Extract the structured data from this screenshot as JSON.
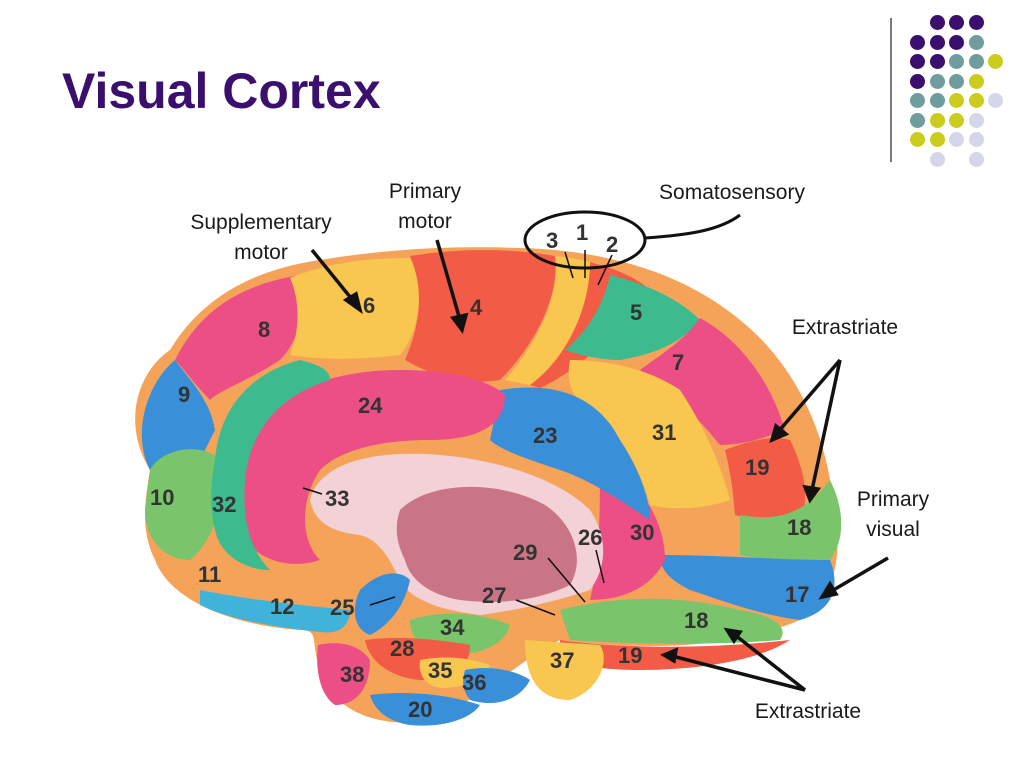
{
  "title": "Visual Cortex",
  "labels": {
    "supplementary_motor": [
      "Supplementary",
      "motor"
    ],
    "primary_motor": [
      "Primary",
      "motor"
    ],
    "somatosensory": "Somatosensory",
    "extrastriate_top": "Extrastriate",
    "primary_visual": [
      "Primary",
      "visual"
    ],
    "extrastriate_bottom": "Extrastriate"
  },
  "areas": [
    "1",
    "2",
    "3",
    "4",
    "5",
    "6",
    "7",
    "8",
    "9",
    "10",
    "11",
    "12",
    "17",
    "18",
    "18",
    "19",
    "19",
    "20",
    "23",
    "24",
    "25",
    "26",
    "27",
    "28",
    "29",
    "30",
    "31",
    "32",
    "33",
    "34",
    "35",
    "36",
    "37",
    "38"
  ],
  "colors": {
    "title": "#3b0f6e",
    "dot_purple": "#3b0f6e",
    "dot_teal": "#6f9c9c",
    "dot_yellow": "#cccc1e",
    "dot_lavender": "#d6d6ea",
    "red": "#f25c47",
    "orange": "#f6a35a",
    "yellow": "#f9c74f",
    "pink": "#ec4f86",
    "green": "#7ac46b",
    "teal": "#3dba8e",
    "blue": "#3a8fd9",
    "callosum": "#e6b7bf"
  }
}
